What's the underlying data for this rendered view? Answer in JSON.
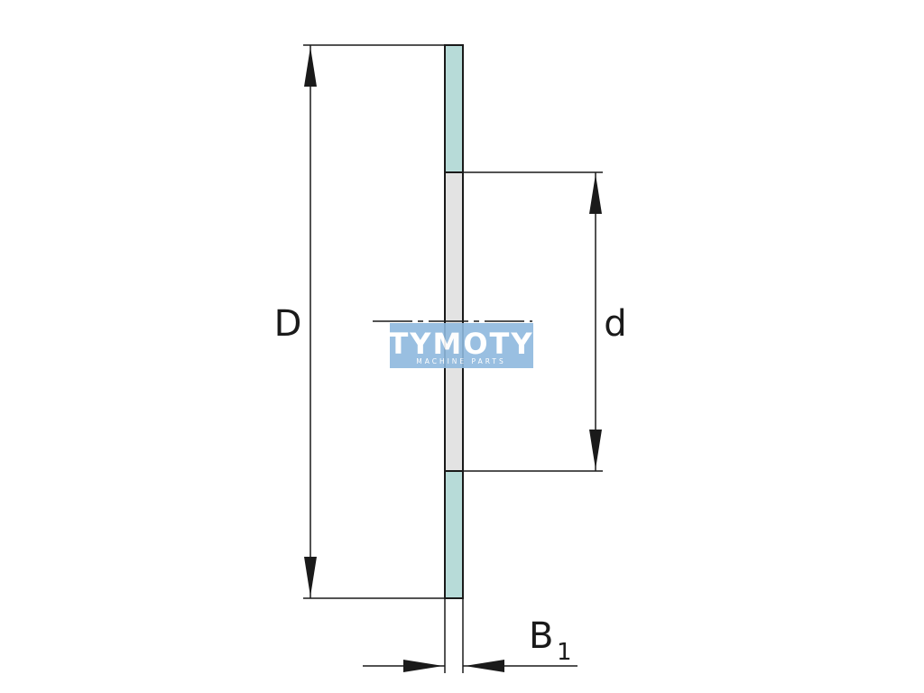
{
  "labels": {
    "outer_diameter": "D",
    "inner_diameter": "d",
    "width": "B",
    "width_subscript": "1"
  },
  "watermark": {
    "title": "TYMOTY",
    "subtitle": "MACHINE PARTS"
  },
  "colors": {
    "ring_fill": "#b7dbd8",
    "bore_fill": "#e3e3e3",
    "line": "#1a1a1a",
    "watermark_bg": "#8fb9de"
  }
}
